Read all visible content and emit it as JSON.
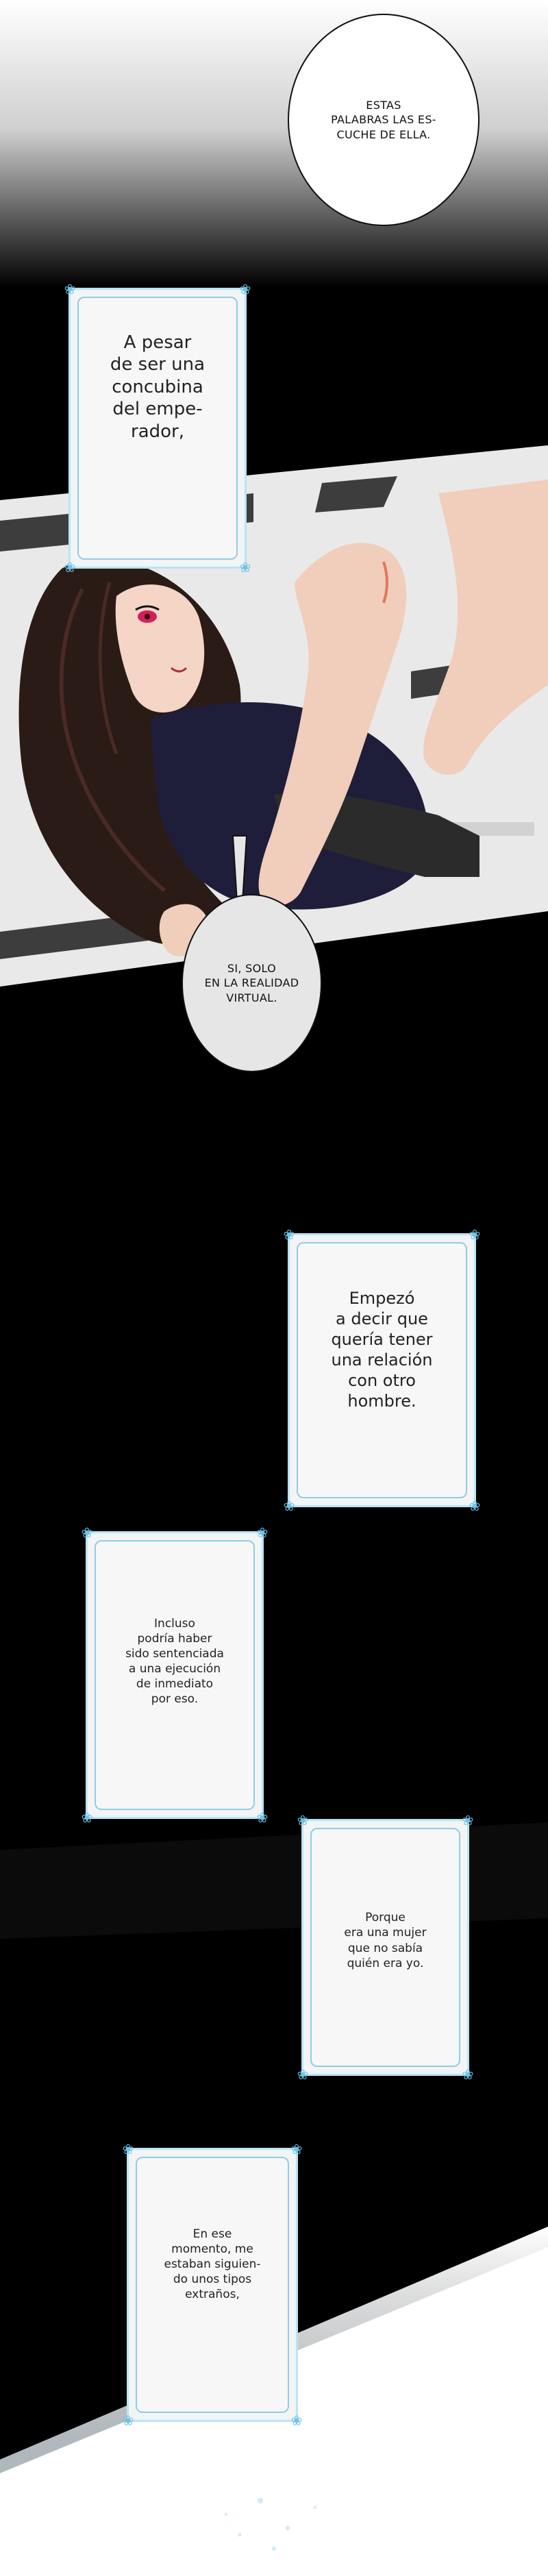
{
  "speech_bubbles": [
    {
      "id": "top",
      "text": "ESTAS\nPALABRAS LAS ES-\nCUCHE DE ELLA."
    },
    {
      "id": "virtual",
      "text": "SI, SOLO\nEN LA REALIDAD\nVIRTUAL."
    }
  ],
  "narration_boxes": [
    {
      "id": "concubina",
      "text": "A pesar\nde ser una\nconcubina\ndel empe-\nrador,"
    },
    {
      "id": "empezo",
      "text": "Empezó\na decir que\nquería tener\nuna relación\ncon otro\nhombre."
    },
    {
      "id": "incluso",
      "text": "Incluso\npodría haber\nsido sentenciada\na una ejecución\nde inmediato\npor eso."
    },
    {
      "id": "porque",
      "text": "Porque\nera una mujer\nque no sabía\nquién era yo."
    },
    {
      "id": "momento",
      "text": "En ese\nmomento, me\nestaban siguien-\ndo unos tipos\nextraños,"
    }
  ],
  "colors": {
    "frame_outer": "#bfe3f2",
    "frame_inner": "#8fcde6",
    "background": "#000000"
  }
}
